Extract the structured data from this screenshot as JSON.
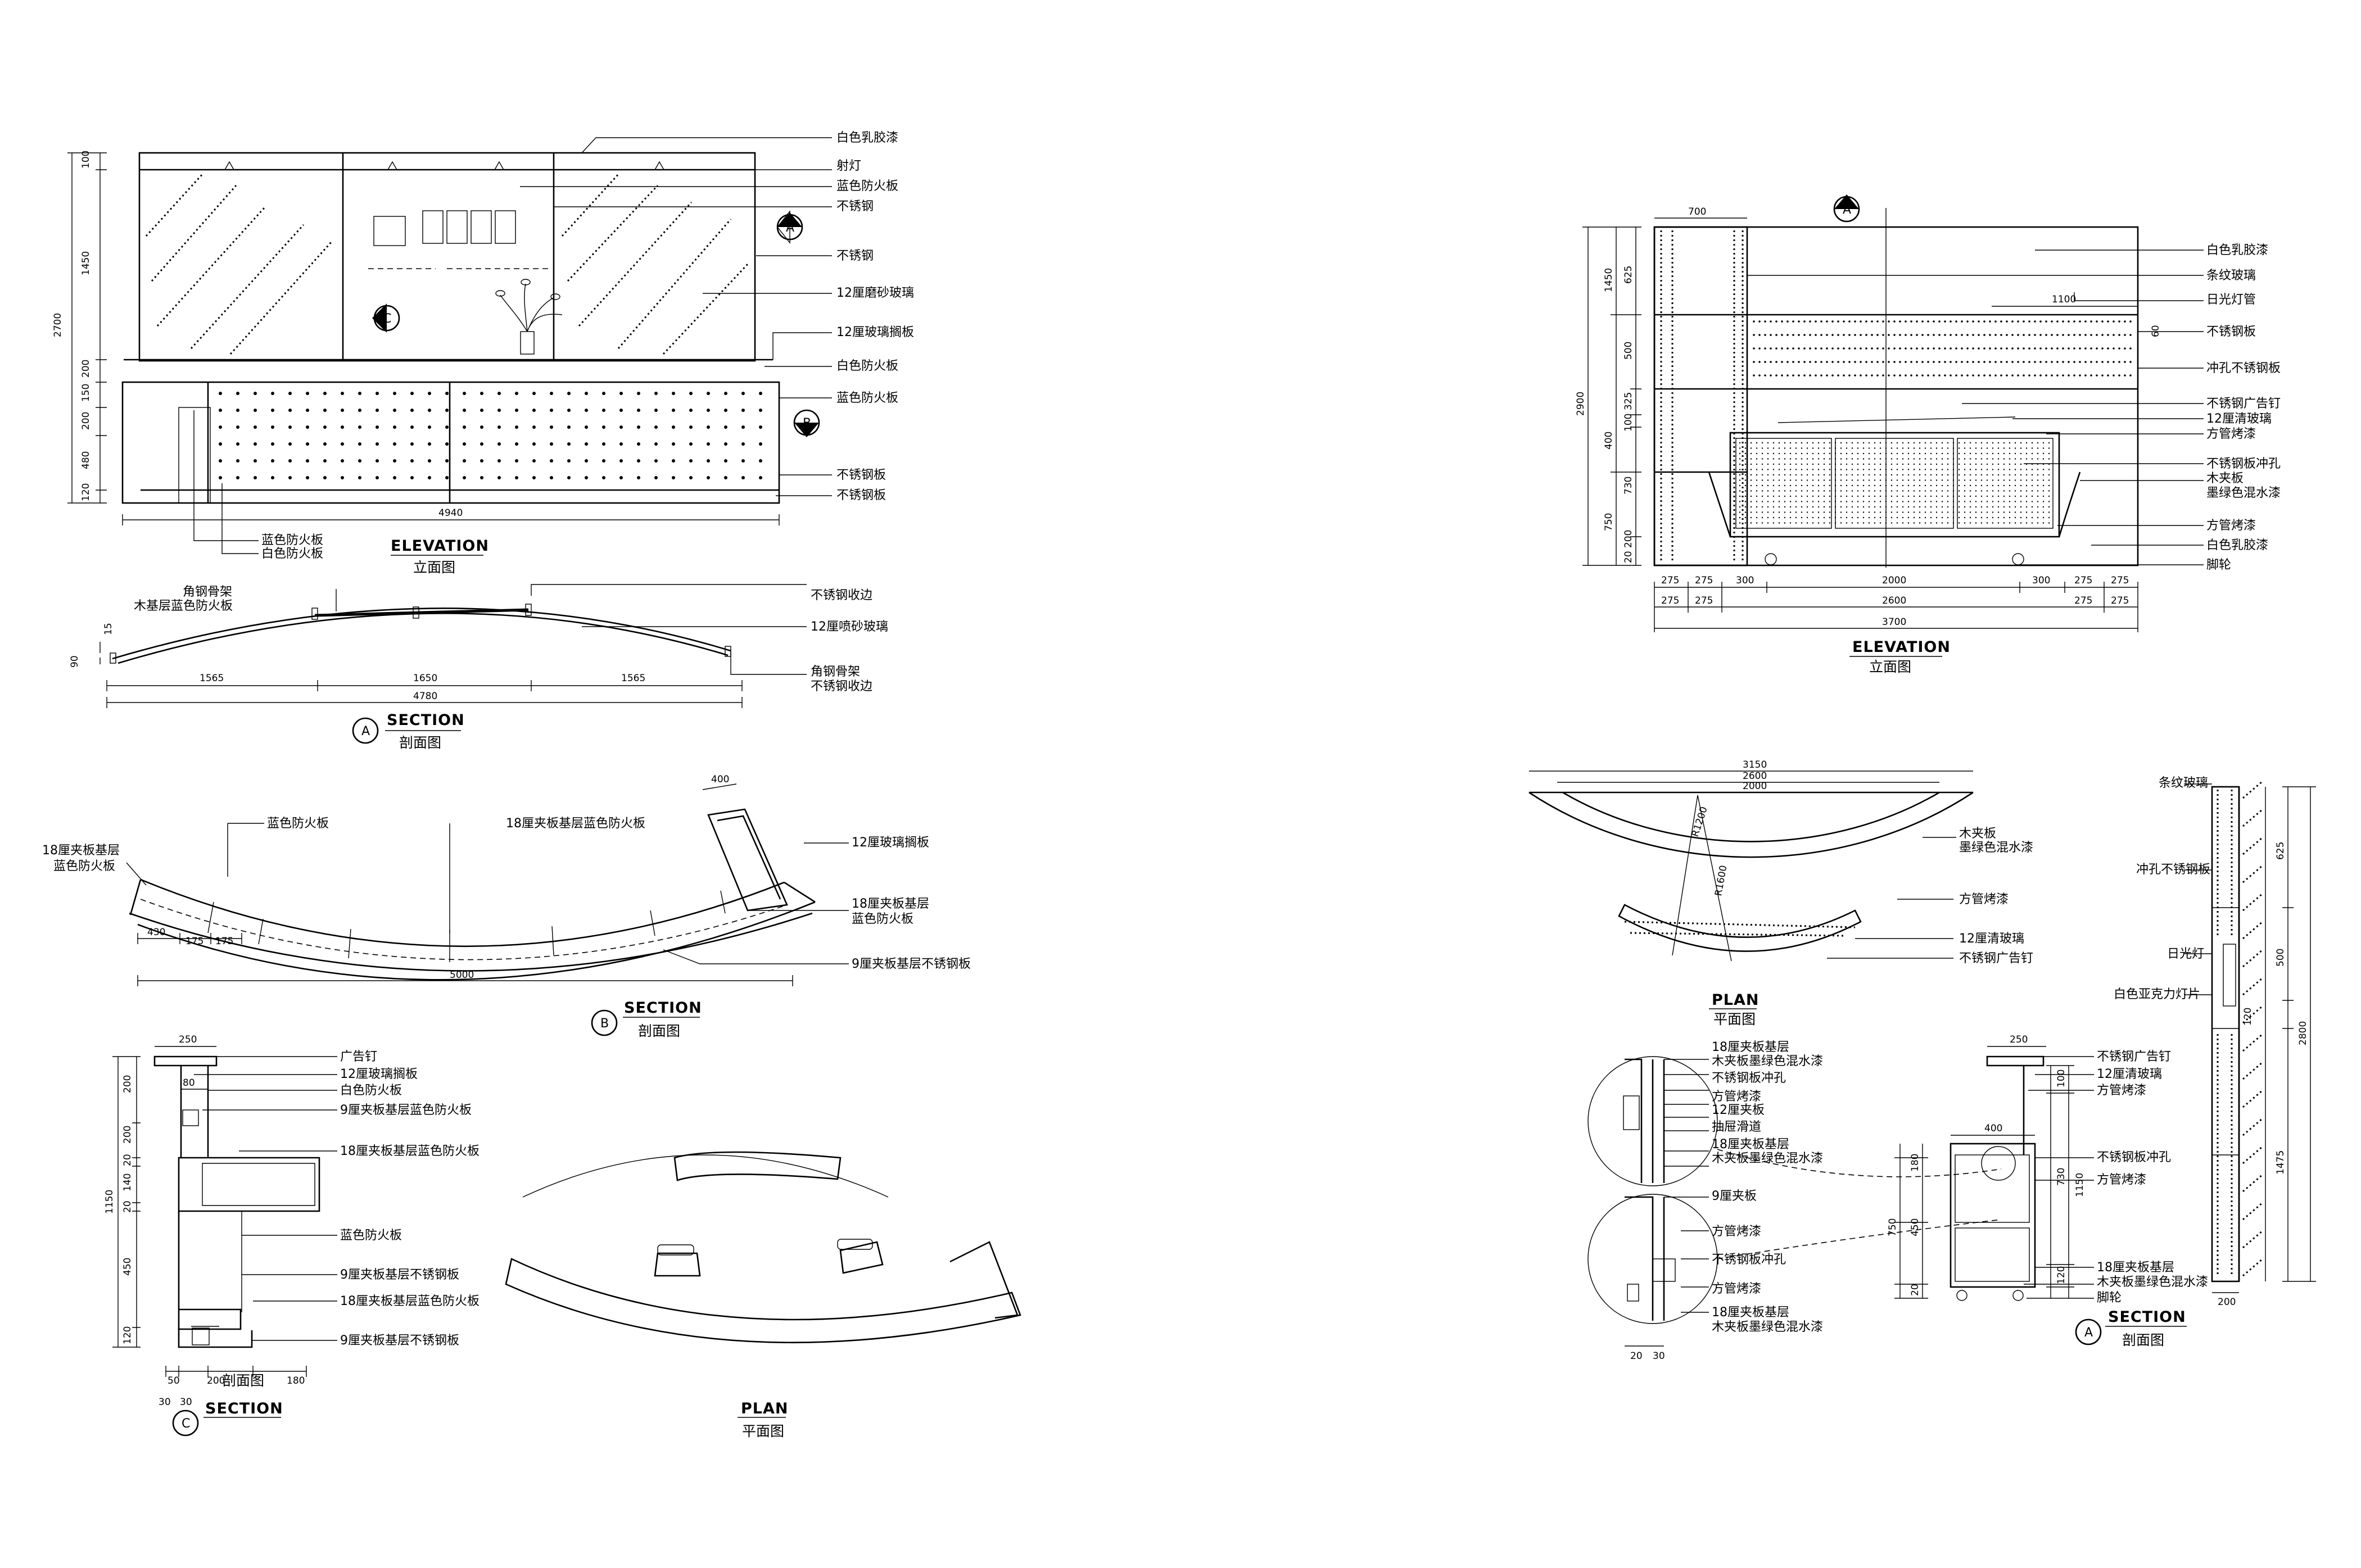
{
  "left_elevation": {
    "title_en": "ELEVATION",
    "title_cn": "立面图",
    "callouts": [
      "白色乳胶漆",
      "射灯",
      "蓝色防火板",
      "不锈钢",
      "不锈钢",
      "12厘磨砂玻璃",
      "12厘玻璃搁板",
      "白色防火板",
      "蓝色防火板",
      "不锈钢板",
      "不锈钢板"
    ],
    "bottom_callouts": [
      "蓝色防火板",
      "白色防火板"
    ],
    "vdims": [
      "100",
      "1450",
      "200",
      "150",
      "200",
      "480",
      "120"
    ],
    "vdim_total": "2700",
    "hdim_total": "4940",
    "markers": {
      "a": "A",
      "b": "B",
      "c": "C"
    }
  },
  "section_a": {
    "title_en": "SECTION",
    "title_cn": "剖面图",
    "marker": "A",
    "callouts_left": [
      "角钢骨架",
      "木基层蓝色防火板"
    ],
    "callouts_right": [
      "不锈钢收边",
      "12厘喷砂玻璃"
    ],
    "callouts_right2": [
      "角钢骨架",
      "不锈钢收边"
    ],
    "side_dims": [
      "15",
      "90"
    ],
    "dims": [
      "1565",
      "1650",
      "1565"
    ],
    "dim_total": "4780"
  },
  "section_b": {
    "title_en": "SECTION",
    "title_cn": "剖面图",
    "marker": "B",
    "callouts": [
      "蓝色防火板",
      "18厘夹板基层蓝色防火板",
      "12厘玻璃搁板",
      "18厘夹板基层",
      "蓝色防火板",
      "9厘夹板基层不锈钢板"
    ],
    "callouts_left": [
      "18厘夹板基层",
      "蓝色防火板"
    ],
    "dims": [
      "430",
      "175",
      "175",
      "400"
    ],
    "dim_total": "5000"
  },
  "section_c": {
    "title_en": "SECTION",
    "title_cn": "剖面图",
    "marker": "C",
    "callouts": [
      "广告钉",
      "12厘玻璃搁板",
      "白色防火板",
      "9厘夹板基层蓝色防火板",
      "18厘夹板基层蓝色防火板",
      "蓝色防火板",
      "9厘夹板基层不锈钢板",
      "18厘夹板基层蓝色防火板",
      "9厘夹板基层不锈钢板"
    ],
    "top_dims": [
      "250",
      "80"
    ],
    "vdims": [
      "200",
      "200",
      "20",
      "140",
      "20",
      "450",
      "120"
    ],
    "vdim_total": "1150",
    "bottom_dims": [
      "50",
      "200",
      "180"
    ],
    "bottom_dims2": [
      "30",
      "30"
    ]
  },
  "plan_left": {
    "title_en": "PLAN",
    "title_cn": "平面图"
  },
  "right_elevation": {
    "title_en": "ELEVATION",
    "title_cn": "立面图",
    "marker": "A",
    "callouts": [
      "白色乳胶漆",
      "条纹玻璃",
      "日光灯管",
      "不锈钢板",
      "冲孔不锈钢板",
      "不锈钢广告钉",
      "12厘清玻璃",
      "方管烤漆",
      "不锈钢板冲孔",
      "木夹板",
      "墨绿色混水漆",
      "方管烤漆",
      "白色乳胶漆",
      "脚轮"
    ],
    "top_dim": "700",
    "mid_dims": [
      "1100",
      "60"
    ],
    "vdims_a": [
      "625",
      "500",
      "325",
      "100",
      "730",
      "200",
      "20"
    ],
    "vdims_b": [
      "1450",
      "400",
      "750"
    ],
    "vdim_total": "2900",
    "hdims_1": [
      "275",
      "275",
      "300",
      "2000",
      "300",
      "275",
      "275"
    ],
    "hdims_2": [
      "275",
      "275",
      "2600",
      "275",
      "275"
    ],
    "hdim_total": "3700"
  },
  "right_plan": {
    "title_en": "PLAN",
    "title_cn": "平面图",
    "dims": [
      "3150",
      "2600",
      "2000"
    ],
    "radii": [
      "R1200",
      "R1600"
    ],
    "callouts": [
      "木夹板",
      "墨绿色混水漆",
      "方管烤漆",
      "12厘清玻璃",
      "不锈钢广告钉"
    ]
  },
  "right_section": {
    "title_en": "SECTION",
    "title_cn": "剖面图",
    "marker": "A",
    "detail_callouts": [
      "18厘夹板基层",
      "木夹板墨绿色混水漆",
      "不锈钢板冲孔",
      "方管烤漆",
      "12厘夹板",
      "抽屉滑道",
      "18厘夹板基层",
      "木夹板墨绿色混水漆",
      "9厘夹板",
      "方管烤漆",
      "不锈钢板冲孔",
      "方管烤漆",
      "18厘夹板基层",
      "木夹板墨绿色混水漆"
    ],
    "detail_dims": [
      "20",
      "30"
    ],
    "section_callouts": [
      "不锈钢广告钉",
      "12厘清玻璃",
      "方管烤漆",
      "不锈钢板冲孔",
      "方管烤漆",
      "18厘夹板基层",
      "木夹板墨绿色混水漆",
      "脚轮"
    ],
    "dims_top": [
      "250",
      "400"
    ],
    "vdims": [
      "100",
      "730",
      "1150",
      "180",
      "450",
      "750",
      "20",
      "120"
    ]
  },
  "wall_section": {
    "callouts": [
      "条纹玻璃",
      "冲孔不锈钢板",
      "日光灯",
      "白色亚克力灯片"
    ],
    "vdims": [
      "625",
      "500",
      "120",
      "1475"
    ],
    "vdim_total": "2800",
    "bottom_dim": "200"
  }
}
